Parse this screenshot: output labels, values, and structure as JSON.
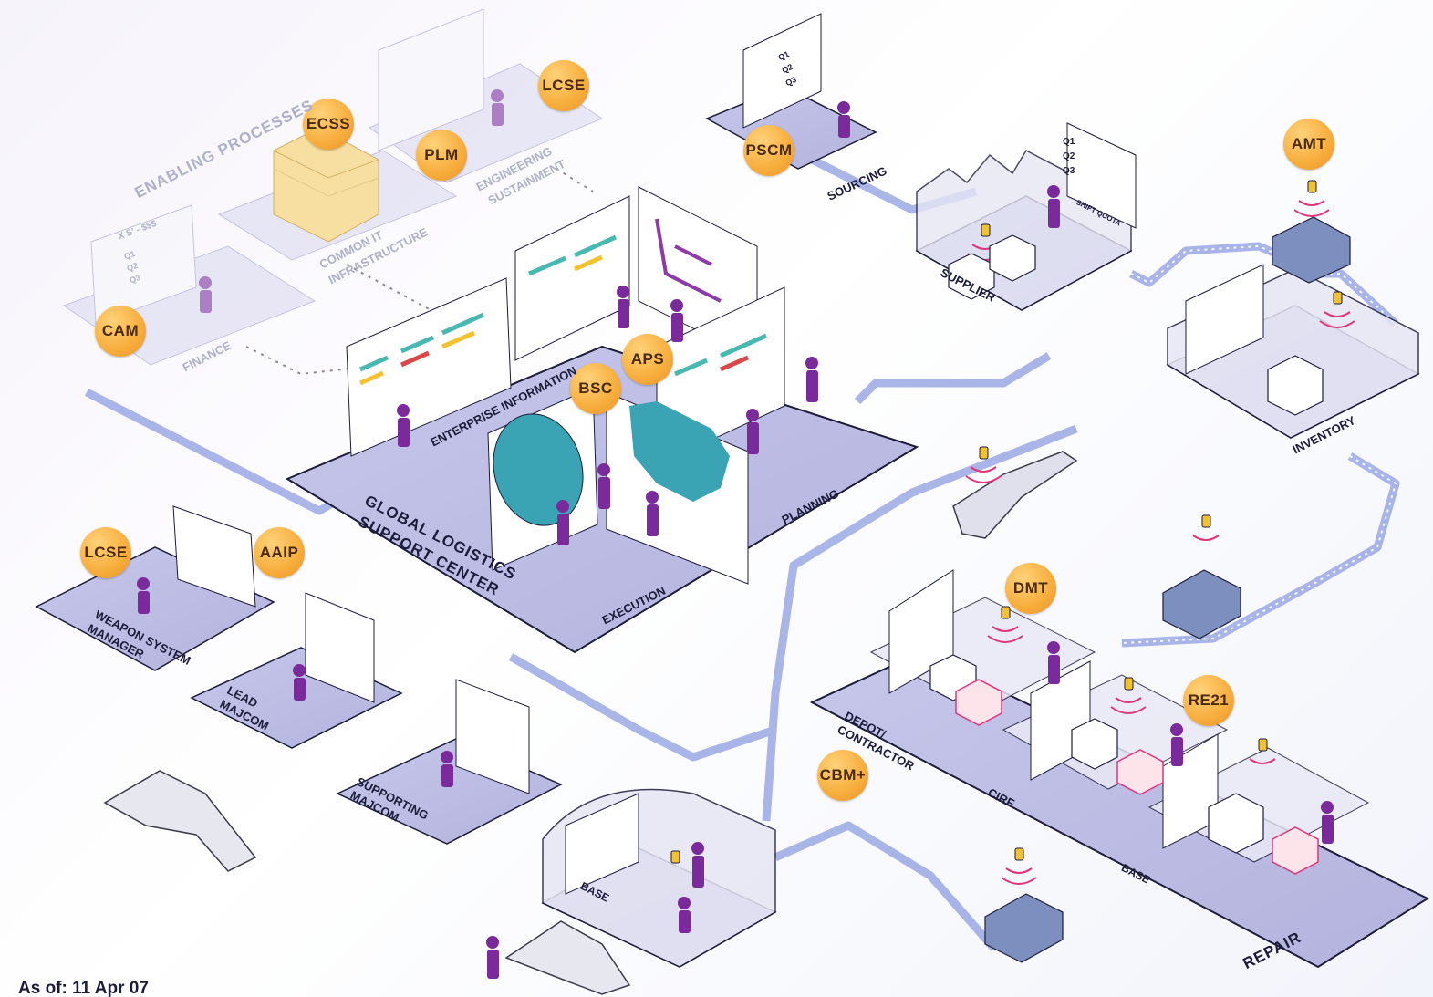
{
  "badges": {
    "cam": "CAM",
    "ecss": "ECSS",
    "plm": "PLM",
    "lcse_top": "LCSE",
    "pscm": "PSCM",
    "amt": "AMT",
    "aps": "APS",
    "bsc": "BSC",
    "lcse_left": "LCSE",
    "aaip": "AAIP",
    "dmt": "DMT",
    "re21": "RE21",
    "cbm": "CBM+"
  },
  "labels": {
    "enabling_processes": "ENABLING PROCESSES",
    "finance": "FINANCE",
    "common_it_1": "COMMON IT",
    "common_it_2": "INFRASTRUCTURE",
    "eng_1": "ENGINEERING",
    "eng_2": "SUSTAINMENT",
    "sourcing": "SOURCING",
    "supplier": "SUPPLIER",
    "inventory": "INVENTORY",
    "enterprise_information": "ENTERPRISE INFORMATION",
    "glsc_1": "GLOBAL LOGISTICS",
    "glsc_2": "SUPPORT CENTER",
    "planning": "PLANNING",
    "execution": "EXECUTION",
    "wsm_1": "WEAPON SYSTEM",
    "wsm_2": "MANAGER",
    "lead_1": "LEAD",
    "lead_2": "MAJCOM",
    "supp_1": "SUPPORTING",
    "supp_2": "MAJCOM",
    "base_left": "BASE",
    "depot_1": "DEPOT/",
    "depot_2": "CONTRACTOR",
    "cirf": "CIRF",
    "base_right": "BASE",
    "repair": "REPAIR",
    "shift_quota": "SHIFT QUOTA"
  },
  "chart_text": {
    "q1": "Q1",
    "q2": "Q2",
    "q3": "Q3",
    "xs": "X S' - $$$"
  },
  "footer": {
    "as_of": "As of: 11 Apr 07"
  }
}
